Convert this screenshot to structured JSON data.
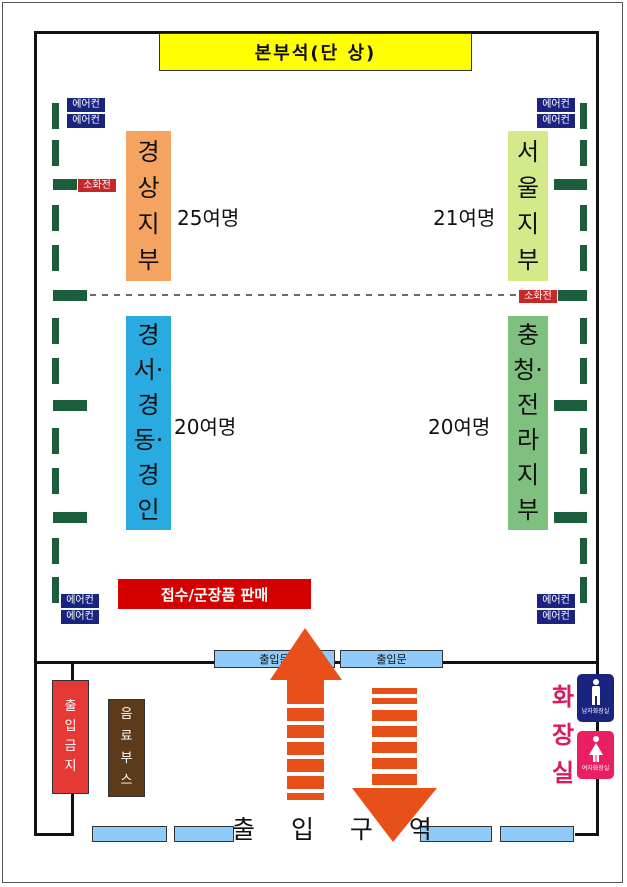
{
  "stage": {
    "label": "본부석(단 상)"
  },
  "aircon": {
    "label": "에어컨"
  },
  "fire": {
    "label": "소화전"
  },
  "sections": [
    {
      "lines": [
        "경",
        "상",
        "지",
        "부"
      ],
      "count": "25여명",
      "color": "#f4a460"
    },
    {
      "lines": [
        "서",
        "울",
        "지",
        "부"
      ],
      "count": "21여명",
      "color": "#d4e98a"
    },
    {
      "lines": [
        "경",
        "서·",
        "경",
        "동·",
        "경",
        "인"
      ],
      "count": "20여명",
      "color": "#29abe2"
    },
    {
      "lines": [
        "충",
        "청·",
        "전",
        "라",
        "지",
        "부"
      ],
      "count": "20여명",
      "color": "#7fbf7f"
    }
  ],
  "sale": {
    "label": "접수/군장품 판매"
  },
  "doors": {
    "label": "출입문"
  },
  "no_entry": {
    "lines": [
      "출",
      "입",
      "금",
      "지"
    ]
  },
  "drink_booth": {
    "lines": [
      "음",
      "료",
      "부",
      "스"
    ]
  },
  "toilet": {
    "lines": [
      "화",
      "장",
      "실"
    ],
    "men": "남자화장실",
    "women": "여자화장실"
  },
  "entrance": {
    "label": "출 입 구 역"
  },
  "colors": {
    "arrow": "#e8501a",
    "stage": "#ffff00",
    "aircon": "#1a237e",
    "fire": "#c62828",
    "pillar": "#1b5e3b",
    "door": "#90caf9",
    "toilet_men": "#1a237e",
    "toilet_women": "#e91e63"
  }
}
